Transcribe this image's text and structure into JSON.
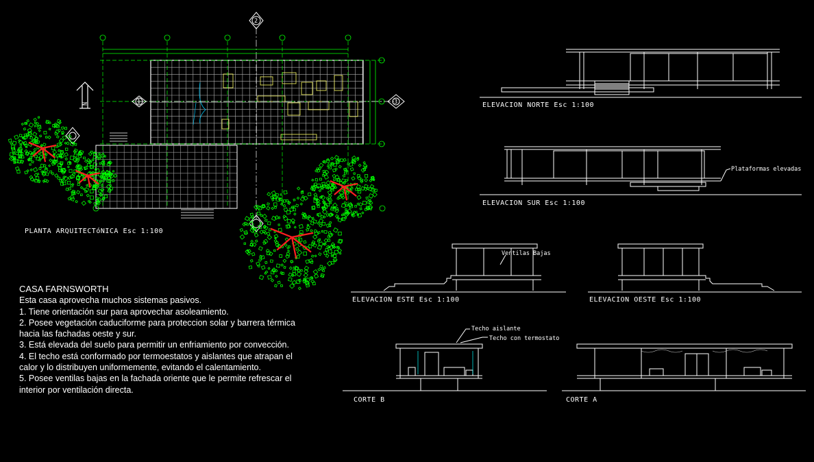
{
  "colors": {
    "background": "#000000",
    "line": "#ffffff",
    "grid": "#a8a8a8",
    "axis": "#00ff00",
    "tree": "#00ff00",
    "trunk": "#ff0000",
    "glass": "#00ffff",
    "floor": "#ffff00"
  },
  "plan": {
    "title": "PLANTA ARQUITECTóNICA Esc 1:100",
    "north_glyph": "N",
    "axis_marks": [
      "2",
      "3",
      "1"
    ]
  },
  "elevations": {
    "north": "ELEVACION NORTE Esc 1:100",
    "south": "ELEVACION SUR Esc 1:100",
    "east": "ELEVACION ESTE Esc 1:100",
    "west": "ELEVACION OESTE Esc 1:100"
  },
  "annotations": {
    "platforms": "Plataformas elevadas",
    "low_vents": "Ventilas Bajas",
    "insulated_roof": "Techo aislante",
    "thermostat_roof": "Techo con termostato"
  },
  "sections": {
    "b": "CORTE B",
    "a": "CORTE A"
  },
  "notes": {
    "title": "CASA FARNSWORTH",
    "intro": "Esta casa aprovecha muchos sistemas pasivos.",
    "item1": "1. Tiene orientación sur para aprovechar asoleamiento.",
    "item2": "2. Posee vegetación caduciforme para proteccion solar y barrera térmica hacia las fachadas oeste y sur.",
    "item3": "3. Está elevada del suelo para permitir un enfriamiento por convección.",
    "item4": "4. El techo está conformado por termoestatos y aislantes que atrapan el calor y lo distribuyen uniformemente, evitando el calentamiento.",
    "item5": "5. Posee ventilas bajas en la fachada oriente que le permite refrescar el interior por ventilación directa."
  }
}
